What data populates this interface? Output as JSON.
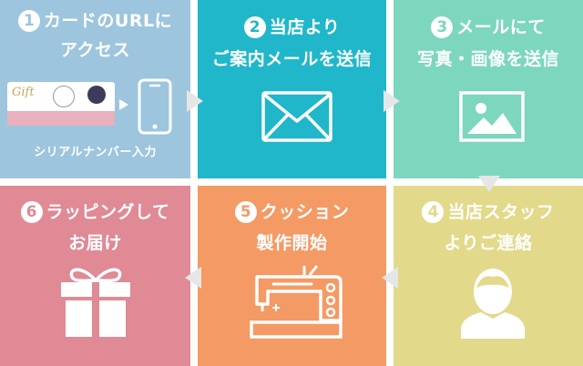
{
  "colors": {
    "step1": "#9dc5dd",
    "step2": "#20b7ca",
    "step3": "#7dd6be",
    "step4": "#e3d98b",
    "step5": "#f49a64",
    "step6": "#df8a95",
    "arrow": "#e6e6e6"
  },
  "steps": [
    {
      "number": "1",
      "line1": "カードのURLに",
      "line2": "アクセス",
      "caption": "シリアルナンバー入力",
      "card_text": "Gift",
      "icon": "smartphone-icon"
    },
    {
      "number": "2",
      "line1": "当店より",
      "line2": "ご案内メールを送信",
      "icon": "envelope-icon"
    },
    {
      "number": "3",
      "line1": "メールにて",
      "line2": "写真・画像を送信",
      "icon": "image-icon"
    },
    {
      "number": "4",
      "line1": "当店スタッフ",
      "line2": "よりご連絡",
      "icon": "person-icon"
    },
    {
      "number": "5",
      "line1": "クッション",
      "line2": "製作開始",
      "icon": "sewing-machine-icon"
    },
    {
      "number": "6",
      "line1": "ラッピングして",
      "line2": "お届け",
      "icon": "gift-box-icon"
    }
  ]
}
